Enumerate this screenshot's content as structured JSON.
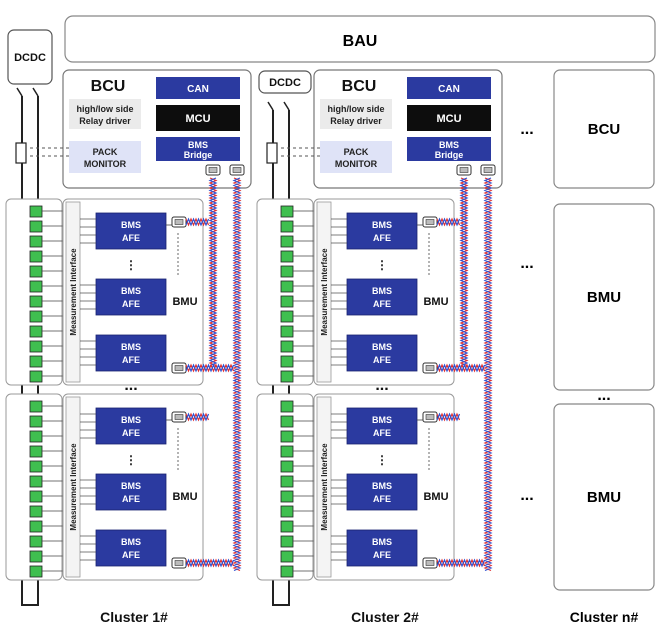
{
  "bau": {
    "label": "BAU"
  },
  "dcdc_label": "DCDC",
  "bcu": {
    "title": "BCU",
    "relay_driver": "high/low side Relay driver",
    "pack_monitor": "PACK MONITOR",
    "can": "CAN",
    "mcu": "MCU",
    "bms_bridge": "BMS Bridge"
  },
  "afe_label": "BMS AFE",
  "bmu_label": "BMU",
  "measurement_interface": "Measurement Interface",
  "ellipsis": "...",
  "vdots": "⋮",
  "clusters": [
    {
      "label": "Cluster 1#"
    },
    {
      "label": "Cluster 2#"
    },
    {
      "label": "Cluster n#"
    }
  ],
  "cluster_n": {
    "bcu": "BCU",
    "bmu_top": "BMU",
    "bmu_bottom": "BMU"
  },
  "colors": {
    "module_blue": "#2b3aa0",
    "mcu_black": "#0d0d0d",
    "light_gray": "#ebebeb",
    "light_lavender": "#dfe3f7",
    "cell_green": "#3fbf4f",
    "daisy_red": "#e03030",
    "daisy_blue": "#3050d0"
  }
}
